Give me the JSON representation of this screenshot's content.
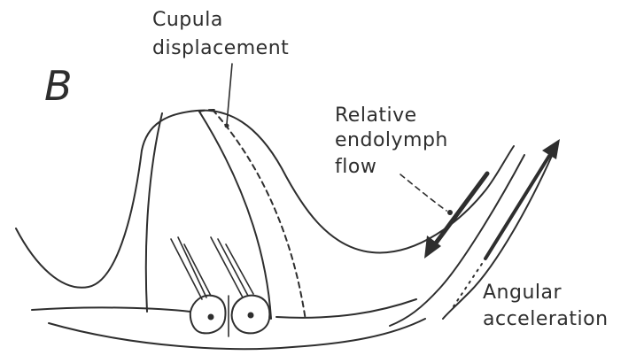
{
  "figure": {
    "panel_letter": "B",
    "labels": {
      "cupula_line1": "Cupula",
      "cupula_line2": "displacement",
      "flow_line1": "Relative",
      "flow_line2": "endolymph",
      "flow_line3": "flow",
      "accel_line1": "Angular",
      "accel_line2": "acceleration"
    }
  }
}
